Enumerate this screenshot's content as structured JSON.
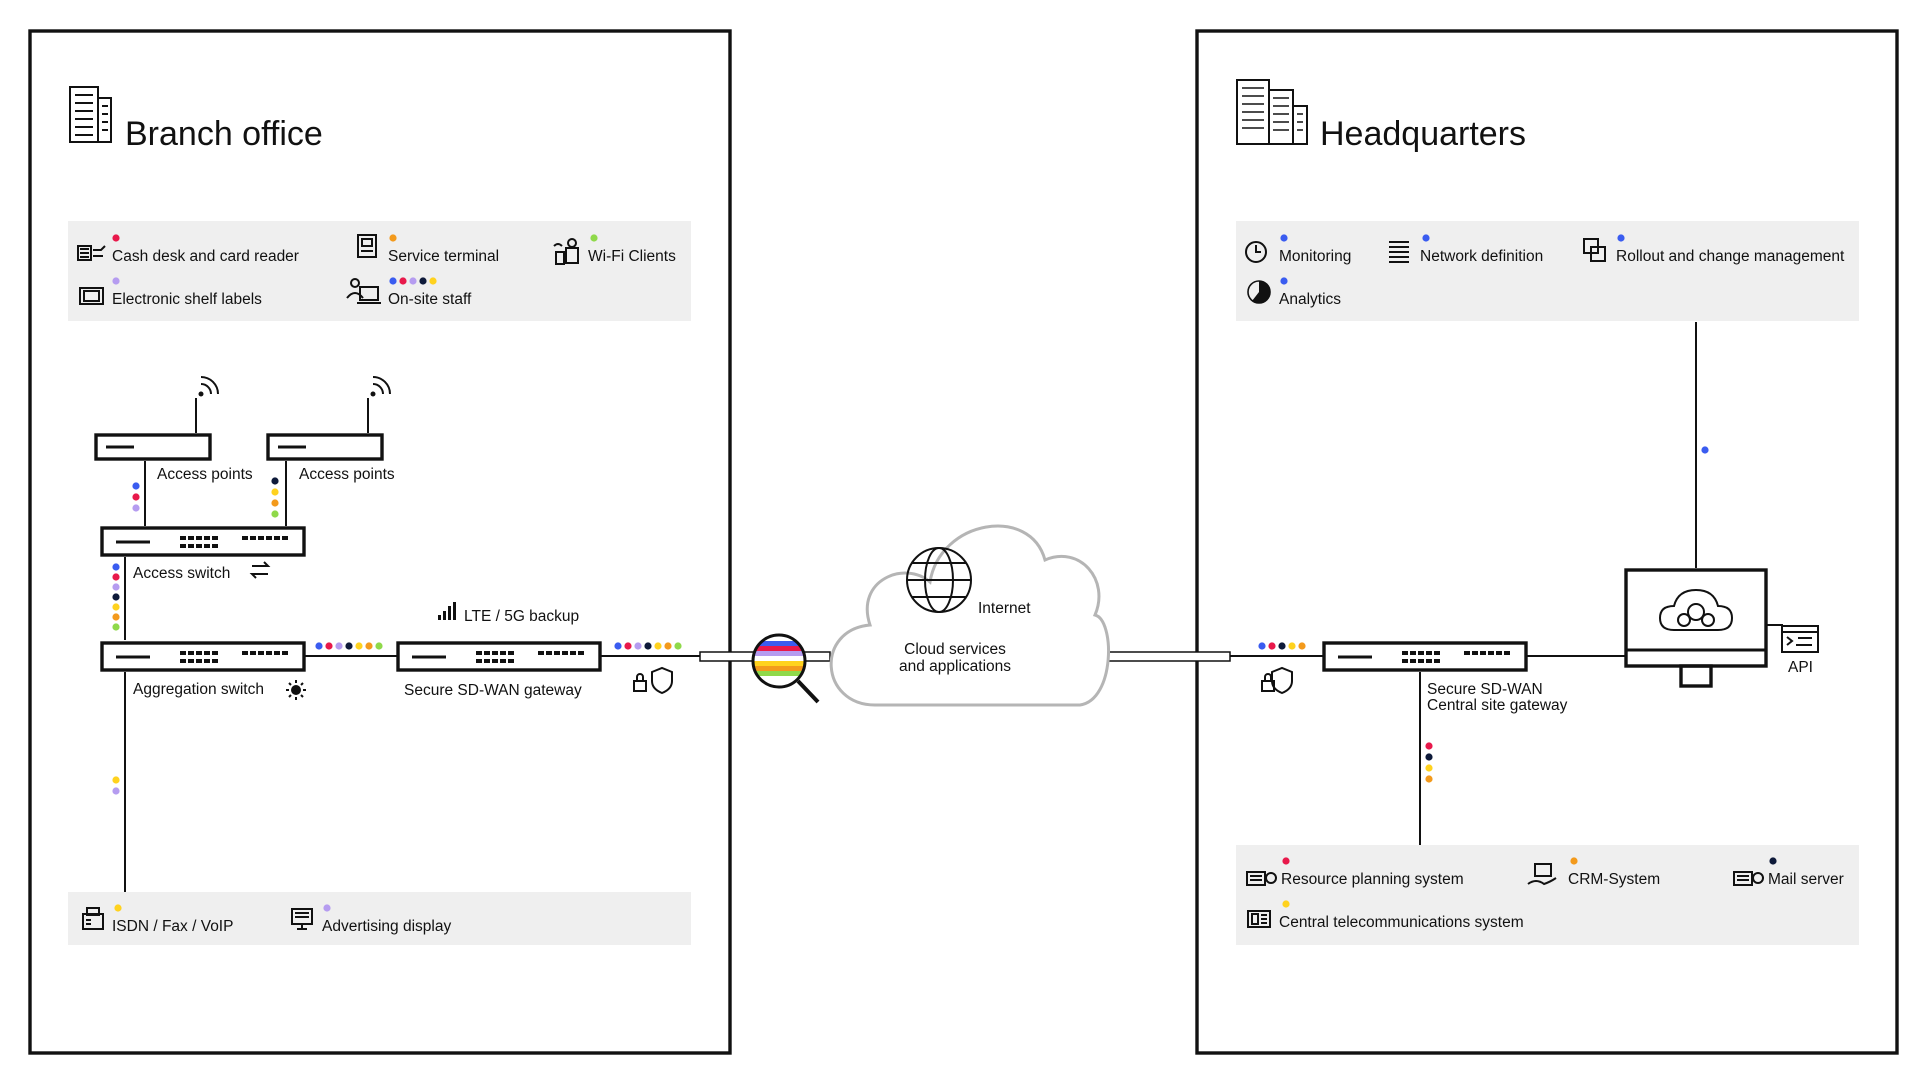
{
  "colors": {
    "red": "#e8194b",
    "blue": "#3a5cf0",
    "purple": "#b59cf0",
    "navy": "#0e1a3a",
    "yellow": "#ffd21e",
    "orange": "#f39a1c",
    "green": "#8fd94a",
    "panel": "#efefef",
    "cloud_stroke": "#b5b5b5"
  },
  "branch": {
    "title": "Branch office",
    "top_items": {
      "cash_desk": "Cash desk and card reader",
      "service_terminal": "Service terminal",
      "wifi_clients": "Wi-Fi Clients",
      "shelf_labels": "Electronic shelf labels",
      "onsite_staff": "On-site staff"
    },
    "bottom_items": {
      "isdn": "ISDN / Fax / VoIP",
      "advertising": "Advertising display"
    },
    "devices": {
      "access_points_1": "Access points",
      "access_points_2": "Access points",
      "access_switch": "Access switch",
      "aggregation_switch": "Aggregation switch",
      "lte_backup": "LTE / 5G backup",
      "sdwan_gateway": "Secure SD-WAN gateway"
    }
  },
  "cloud": {
    "internet": "Internet",
    "services_line1": "Cloud services",
    "services_line2": "and applications"
  },
  "hq": {
    "title": "Headquarters",
    "top_items": {
      "monitoring": "Monitoring",
      "network_definition": "Network definition",
      "rollout": "Rollout and change management",
      "analytics": "Analytics"
    },
    "bottom_items": {
      "erp": "Resource planning system",
      "crm": "CRM-System",
      "mail": "Mail server",
      "telecom": "Central telecommunications system"
    },
    "devices": {
      "gateway_line1": "Secure SD-WAN",
      "gateway_line2": "Central site gateway",
      "api": "API"
    }
  }
}
